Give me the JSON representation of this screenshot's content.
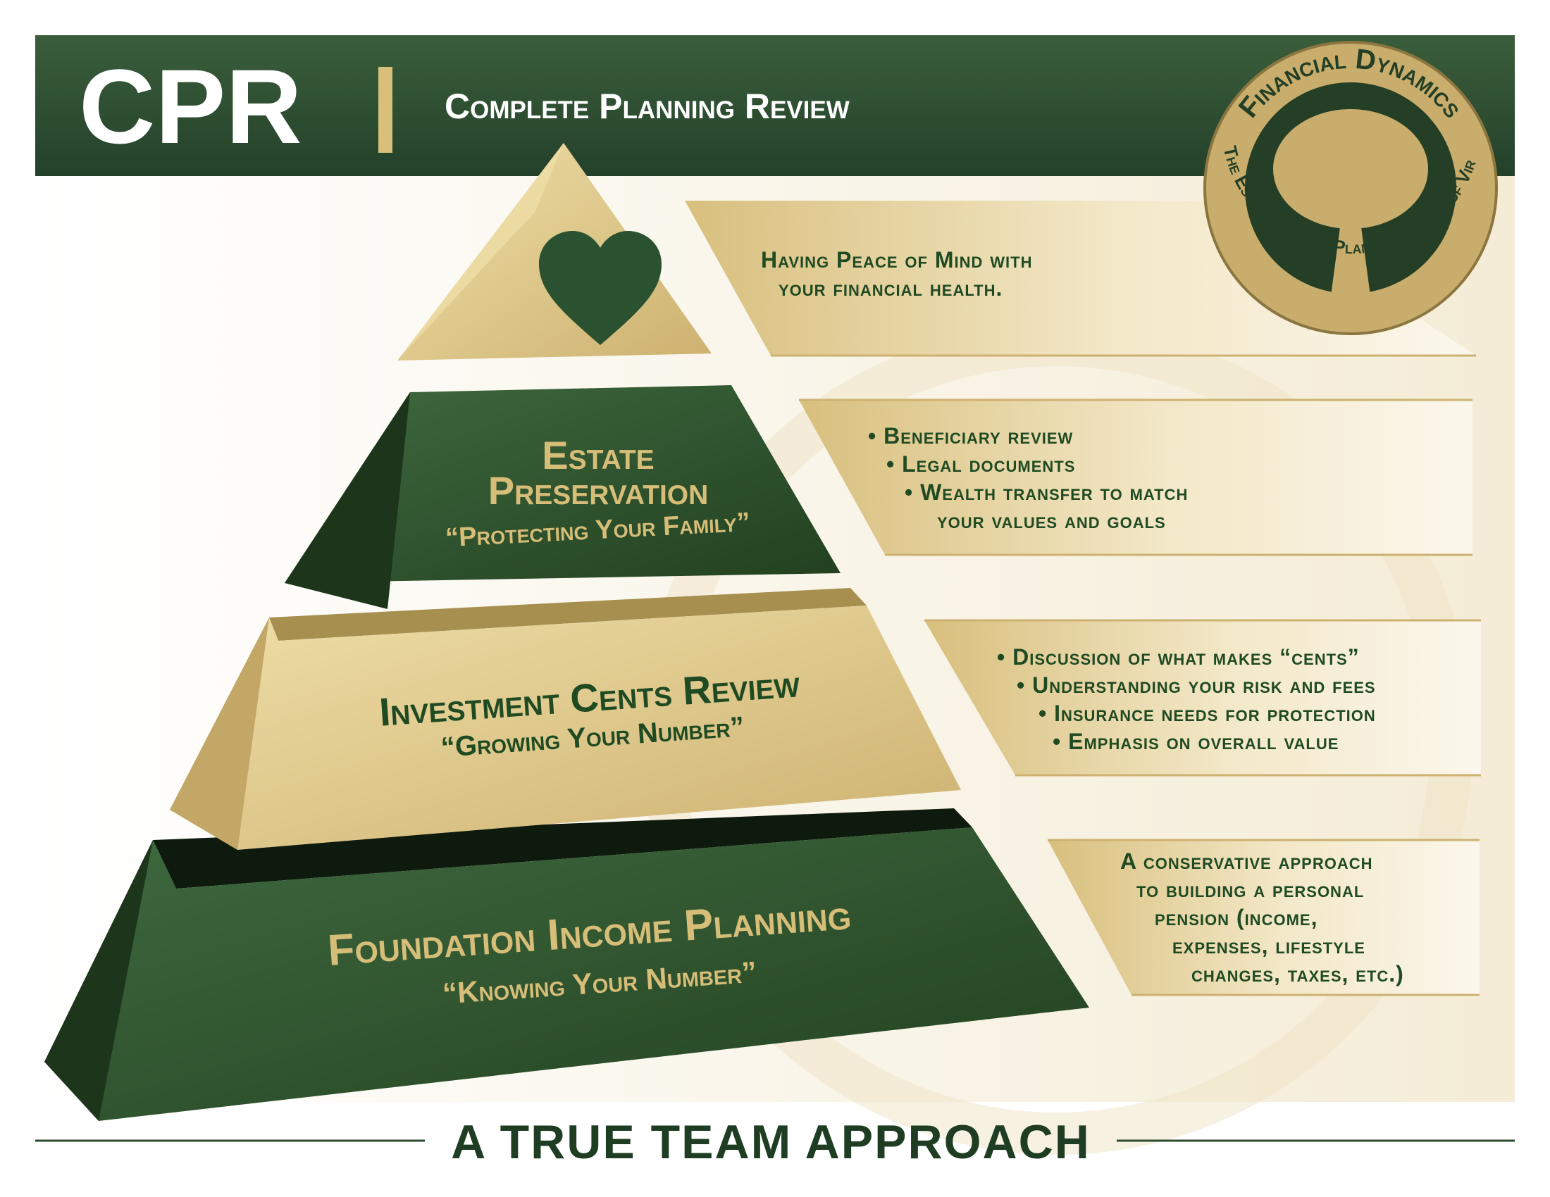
{
  "header": {
    "acronym": "CPR",
    "title": "Complete Planning Review"
  },
  "logo": {
    "top_text": "Financial Dynamics",
    "bottom_text": "The Estate & Elder Planning Center of Virginia",
    "icon": "tree-icon"
  },
  "pyramid": {
    "peak": {
      "icon": "heart-icon",
      "description_lines": [
        "Having Peace of Mind with",
        "your financial health."
      ]
    },
    "estate": {
      "title_lines": [
        "Estate",
        "Preservation"
      ],
      "tagline": "“Protecting Your Family”",
      "bullets": [
        "• Beneficiary review",
        "• Legal documents",
        "• Wealth transfer to match",
        "your values and goals"
      ]
    },
    "investment": {
      "title": "Investment Cents Review",
      "tagline": "“Growing Your Number”",
      "bullets": [
        "• Discussion of what makes “cents”",
        "• Understanding your risk and fees",
        "• Insurance needs for protection",
        "• Emphasis on overall value"
      ]
    },
    "foundation": {
      "title": "Foundation Income Planning",
      "tagline": "“Knowing Your Number”",
      "description_lines": [
        "A conservative approach",
        "to building a personal",
        "pension (income,",
        "expenses, lifestyle",
        "changes, taxes, etc.)"
      ]
    }
  },
  "footer": {
    "slogan": "A TRUE TEAM APPROACH"
  },
  "colors": {
    "green": "#2f5535",
    "dark_green": "#1f3d22",
    "gold": "#d6bd78",
    "cream": "#f8f3e4"
  }
}
